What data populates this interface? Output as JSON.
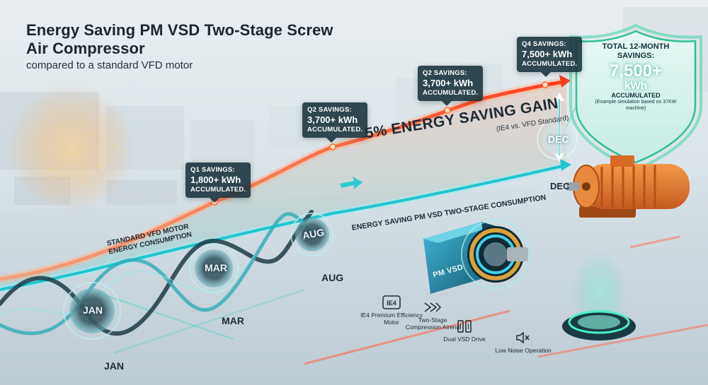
{
  "title": "Energy Saving PM VSD Two-Stage Screw Air Compressor",
  "subtitle": "compared to a standard VFD motor",
  "callouts": [
    {
      "label": "Q1 SAVINGS:",
      "value": "1,800+ kWh",
      "footer": "ACCUMULATED."
    },
    {
      "label": "Q2 SAVINGS:",
      "value": "3,700+ kWh",
      "footer": "ACCUMULATED."
    },
    {
      "label": "Q2 SAVINGS:",
      "value": "3,700+ kWh",
      "footer": "ACCUMULATED."
    },
    {
      "label": "Q4 SAVINGS:",
      "value": "7,500+ kWh",
      "footer": "ACCUMULATED."
    }
  ],
  "total": {
    "label": "TOTAL 12-MONTH SAVINGS:",
    "value": "7,500+",
    "unit": "kWh",
    "accumulated": "ACCUMULATED",
    "note": "(Example simulation based on 37KW machine)"
  },
  "gain": {
    "text": "5% ENERGY SAVING GAIN",
    "subtext": "(IE4 vs. VFD Standard)"
  },
  "lines": {
    "standard": "STANDARD VFD MOTOR ENERGY CONSUMPTION",
    "pm": "ENERGY SAVING PM VSD TWO-STAGE CONSUMPTION"
  },
  "months": {
    "jan": "JAN",
    "mar": "MAR",
    "aug": "AUG",
    "dec": "DEC"
  },
  "pm_vsd_label": "PM VSD",
  "features": [
    {
      "icon": "ie4-badge-icon",
      "label": "IE4 Premium Efficiency Motor"
    },
    {
      "icon": "two-stage-airend-icon",
      "label": "Two-Stage Compression Airend"
    },
    {
      "icon": "dual-drive-icon",
      "label": "Dual VSD Drive"
    },
    {
      "icon": "speaker-icon",
      "label": "Low Noise Operation"
    }
  ],
  "ie4_badge": "IE4",
  "colors": {
    "standard_line": "#ff5a2e",
    "pm_line": "#1fc6cf",
    "accent_green": "#3fdc88"
  }
}
